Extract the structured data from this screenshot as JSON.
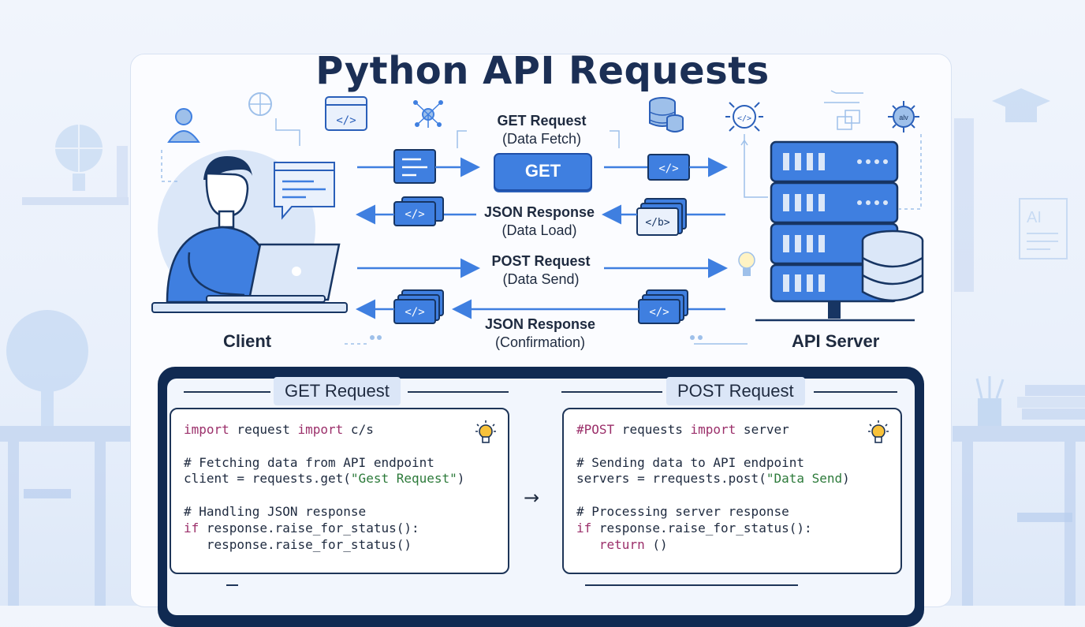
{
  "title": "Python API Requests",
  "roles": {
    "client": "Client",
    "server": "API Server"
  },
  "flows": [
    {
      "title": "GET Request",
      "subtitle": "(Data Fetch)"
    },
    {
      "title": "JSON Response",
      "subtitle": "(Data Load)"
    },
    {
      "title": "POST Request",
      "subtitle": "(Data Send)"
    },
    {
      "title": "JSON Response",
      "subtitle": "(Confirmation)"
    }
  ],
  "get_button": "GET",
  "sections": {
    "get": {
      "title": "GET Request",
      "code": [
        [
          {
            "t": "import",
            "c": "kw"
          },
          {
            "t": " request "
          },
          {
            "t": "import",
            "c": "kw"
          },
          {
            "t": " c/s"
          }
        ],
        [],
        [
          {
            "t": "# Fetching data from API endpoint"
          }
        ],
        [
          {
            "t": "client = requests.get("
          },
          {
            "t": "\"Gest Request\"",
            "c": "str"
          },
          {
            "t": ")"
          }
        ],
        [],
        [
          {
            "t": "# Handling JSON response"
          }
        ],
        [
          {
            "t": "if",
            "c": "kw"
          },
          {
            "t": " response.raise_for_status():"
          }
        ],
        [
          {
            "t": "   response.raise_for_status()"
          }
        ]
      ]
    },
    "post": {
      "title": "POST Request",
      "code": [
        [
          {
            "t": "#POST",
            "c": "kw"
          },
          {
            "t": " requests "
          },
          {
            "t": "import",
            "c": "kw"
          },
          {
            "t": " server"
          }
        ],
        [],
        [
          {
            "t": "# Sending data to API endpoint"
          }
        ],
        [
          {
            "t": "servers = rrequests.post("
          },
          {
            "t": "\"Data Send",
            "c": "str"
          },
          {
            "t": ")"
          }
        ],
        [],
        [
          {
            "t": "# Processing server response"
          }
        ],
        [
          {
            "t": "if",
            "c": "kw"
          },
          {
            "t": " response.raise_for_status():"
          }
        ],
        [
          {
            "t": "   "
          },
          {
            "t": "return",
            "c": "kw"
          },
          {
            "t": " ()"
          }
        ]
      ]
    }
  },
  "icons": {
    "code_symbol": "</>",
    "alt_code_symbol": "</b>",
    "ai_chip": "alv",
    "ai_doc": "AI",
    "arrow": "→"
  },
  "colors": {
    "accent": "#3f7fe0",
    "dark_navy": "#102a52",
    "title": "#1b2f55",
    "keyword": "#9b2f6a",
    "string": "#2c7a3a"
  }
}
